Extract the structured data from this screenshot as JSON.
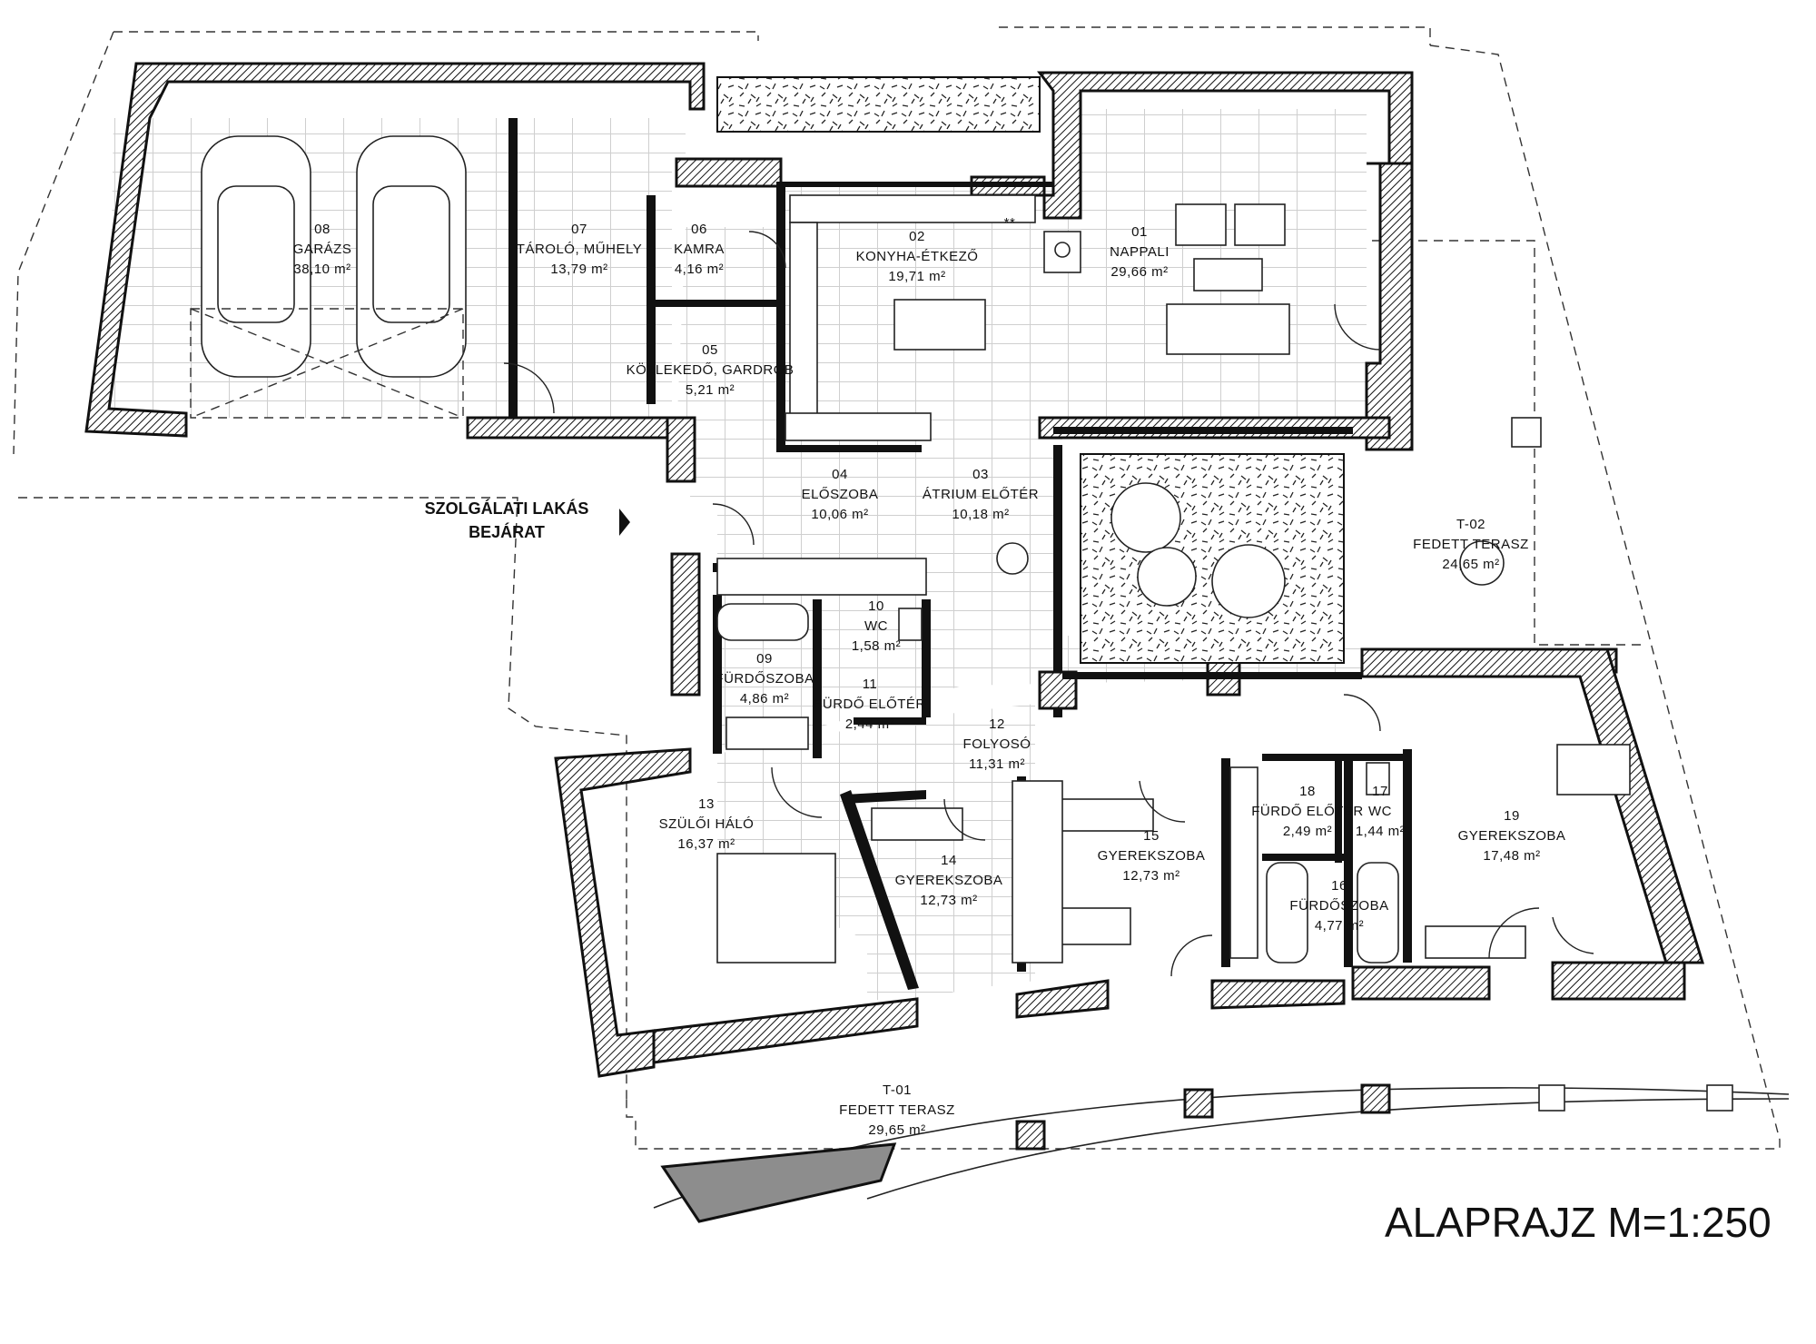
{
  "plan": {
    "title": "ALAPRAJZ M=1:250",
    "entrance_label_line1": "SZOLGÁLATI LAKÁS",
    "entrance_label_line2": "BEJÁRAT",
    "rooms": [
      {
        "id": "r01",
        "number": "01",
        "name": "NAPPALI",
        "area": "29,66 m²"
      },
      {
        "id": "r02",
        "number": "02",
        "name": "KONYHA-ÉTKEZŐ",
        "area": "19,71 m²"
      },
      {
        "id": "r03",
        "number": "03",
        "name": "ÁTRIUM ELŐTÉR",
        "area": "10,18 m²"
      },
      {
        "id": "r04",
        "number": "04",
        "name": "ELŐSZOBA",
        "area": "10,06 m²"
      },
      {
        "id": "r05",
        "number": "05",
        "name": "KÖZLEKEDŐ, GARDRÓB",
        "area": "5,21 m²"
      },
      {
        "id": "r06",
        "number": "06",
        "name": "KAMRA",
        "area": "4,16 m²"
      },
      {
        "id": "r07",
        "number": "07",
        "name": "TÁROLÓ, MŰHELY",
        "area": "13,79 m²"
      },
      {
        "id": "r08",
        "number": "08",
        "name": "GARÁZS",
        "area": "38,10 m²"
      },
      {
        "id": "r09",
        "number": "09",
        "name": "FÜRDŐSZOBA",
        "area": "4,86 m²"
      },
      {
        "id": "r10",
        "number": "10",
        "name": "WC",
        "area": "1,58 m²"
      },
      {
        "id": "r11",
        "number": "11",
        "name": "FÜRDŐ ELŐTÉR",
        "area": "2,44 m²"
      },
      {
        "id": "r12",
        "number": "12",
        "name": "FOLYOSÓ",
        "area": "11,31 m²"
      },
      {
        "id": "r13",
        "number": "13",
        "name": "SZÜLŐI HÁLÓ",
        "area": "16,37 m²"
      },
      {
        "id": "r14",
        "number": "14",
        "name": "GYEREKSZOBA",
        "area": "12,73 m²"
      },
      {
        "id": "r15",
        "number": "15",
        "name": "GYEREKSZOBA",
        "area": "12,73 m²"
      },
      {
        "id": "r16",
        "number": "16",
        "name": "FÜRDŐSZOBA",
        "area": "4,77 m²"
      },
      {
        "id": "r17",
        "number": "17",
        "name": "WC",
        "area": "1,44 m²"
      },
      {
        "id": "r18",
        "number": "18",
        "name": "FÜRDŐ ELŐTÉR",
        "area": "2,49 m²"
      },
      {
        "id": "r19",
        "number": "19",
        "name": "GYEREKSZOBA",
        "area": "17,48 m²"
      },
      {
        "id": "t01",
        "number": "T-01",
        "name": "FEDETT TERASZ",
        "area": "29,65 m²"
      },
      {
        "id": "t02",
        "number": "T-02",
        "name": "FEDETT TERASZ",
        "area": "24,65 m²"
      }
    ],
    "kitchen_mark": "**",
    "colors": {
      "line": "#111111",
      "background": "#ffffff",
      "tile": "#d6d6d6"
    }
  }
}
